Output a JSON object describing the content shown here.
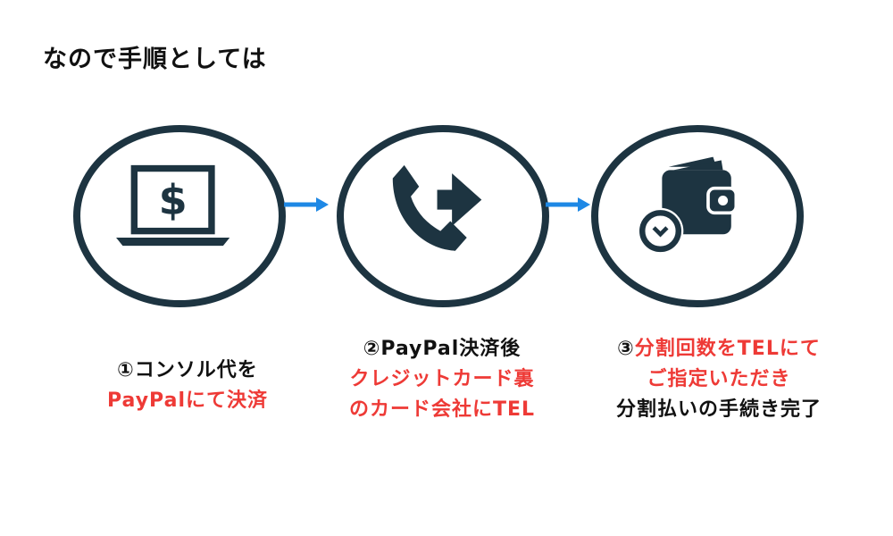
{
  "heading": "なので手順としては",
  "colors": {
    "icon": "#1d3441",
    "arrow": "#1e88e5",
    "accent": "#ee3a36",
    "text": "#111111"
  },
  "steps": [
    {
      "icon": "laptop-dollar-icon",
      "lines": [
        {
          "text": "①コンソル代を",
          "color": "dark"
        },
        {
          "text": "PayPalにて決済",
          "color": "red"
        }
      ]
    },
    {
      "icon": "phone-forward-icon",
      "lines": [
        {
          "text": "②PayPal決済後",
          "color": "dark"
        },
        {
          "text": "クレジットカード裏",
          "color": "red"
        },
        {
          "text": "のカード会社にTEL",
          "color": "red"
        }
      ]
    },
    {
      "icon": "wallet-clock-icon",
      "lines": [
        {
          "text": "③",
          "color": "dark"
        },
        {
          "text": "分割回数をTELにて",
          "color": "red"
        },
        {
          "text": "ご指定いただき",
          "color": "red"
        },
        {
          "text": "分割払いの手続き完了",
          "color": "dark"
        }
      ]
    }
  ]
}
